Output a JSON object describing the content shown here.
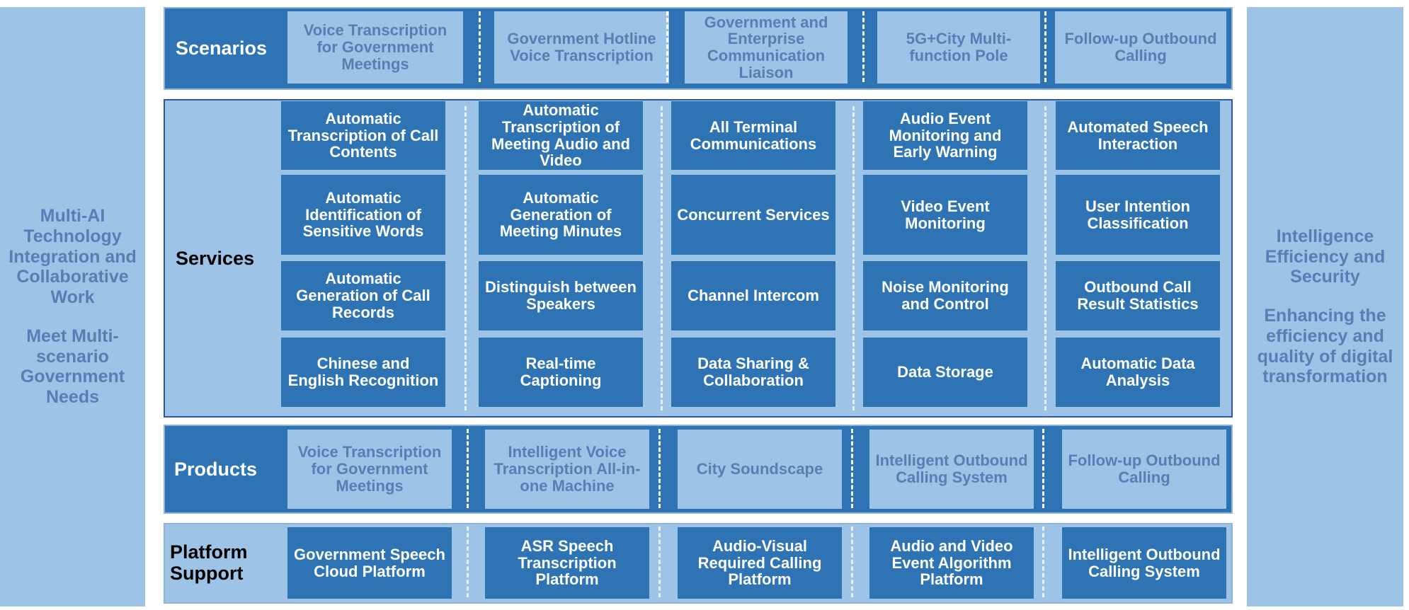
{
  "left_panel": {
    "line1": "Multi-AI Technology Integration and Collaborative Work",
    "line2": "Meet Multi-scenario Government Needs"
  },
  "right_panel": {
    "line1": "Intelligence Efficiency and Security",
    "line2": "Enhancing the efficiency and quality of digital transformation"
  },
  "scenarios": {
    "label": "Scenarios",
    "items": [
      "Voice Transcription for Government Meetings",
      "Government Hotline Voice Transcription",
      "Government and Enterprise Communication Liaison",
      "5G+City Multi-function Pole",
      "Follow-up Outbound Calling"
    ]
  },
  "services": {
    "label": "Services",
    "columns": [
      [
        "Automatic Transcription of Call Contents",
        "Automatic Identification of Sensitive Words",
        "Automatic Generation of Call Records",
        "Chinese and English Recognition"
      ],
      [
        "Automatic Transcription of Meeting Audio and Video",
        "Automatic Generation of Meeting Minutes",
        "Distinguish between Speakers",
        "Real-time Captioning"
      ],
      [
        "All Terminal Communications",
        "Concurrent Services",
        "Channel Intercom",
        "Data Sharing & Collaboration"
      ],
      [
        "Audio Event Monitoring and Early Warning",
        "Video Event Monitoring",
        "Noise Monitoring and Control",
        "Data Storage"
      ],
      [
        "Automated Speech Interaction",
        "User Intention Classification",
        "Outbound Call Result Statistics",
        "Automatic Data Analysis"
      ]
    ]
  },
  "products": {
    "label": "Products",
    "items": [
      "Voice Transcription for Government Meetings",
      "Intelligent Voice Transcription All-in-one Machine",
      "City Soundscape",
      "Intelligent Outbound Calling System",
      "Follow-up Outbound Calling"
    ]
  },
  "platform": {
    "label": "Platform Support",
    "items": [
      "Government Speech Cloud Platform",
      "ASR Speech Transcription Platform",
      "Audio-Visual Required Calling Platform",
      "Audio and Video Event Algorithm Platform",
      "Intelligent Outbound Calling System"
    ]
  }
}
